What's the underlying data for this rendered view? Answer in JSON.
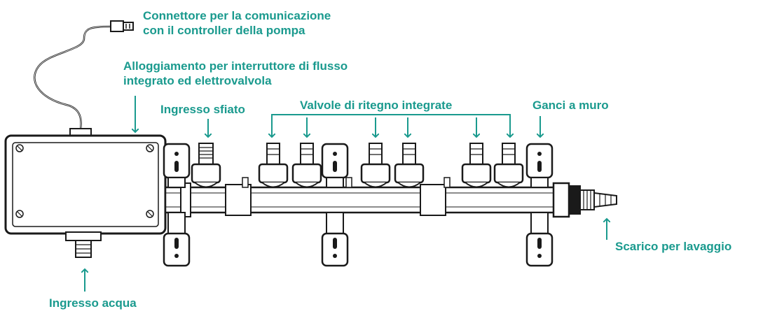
{
  "diagram": {
    "labels": {
      "connector_line1": "Connettore per la comunicazione",
      "connector_line2": "con il controller della pompa",
      "housing_line1": "Alloggiamento per interruttore di flusso",
      "housing_line2": "integrato ed elettrovalvola",
      "vent_inlet": "Ingresso sfiato",
      "check_valves": "Valvole di ritegno integrate",
      "wall_hooks": "Ganci a muro",
      "flush_drain": "Scarico per lavaggio",
      "water_inlet": "Ingresso acqua"
    },
    "colors": {
      "accent": "#1a9a8e",
      "line": "#1a1a1a",
      "fill": "#ffffff"
    }
  }
}
